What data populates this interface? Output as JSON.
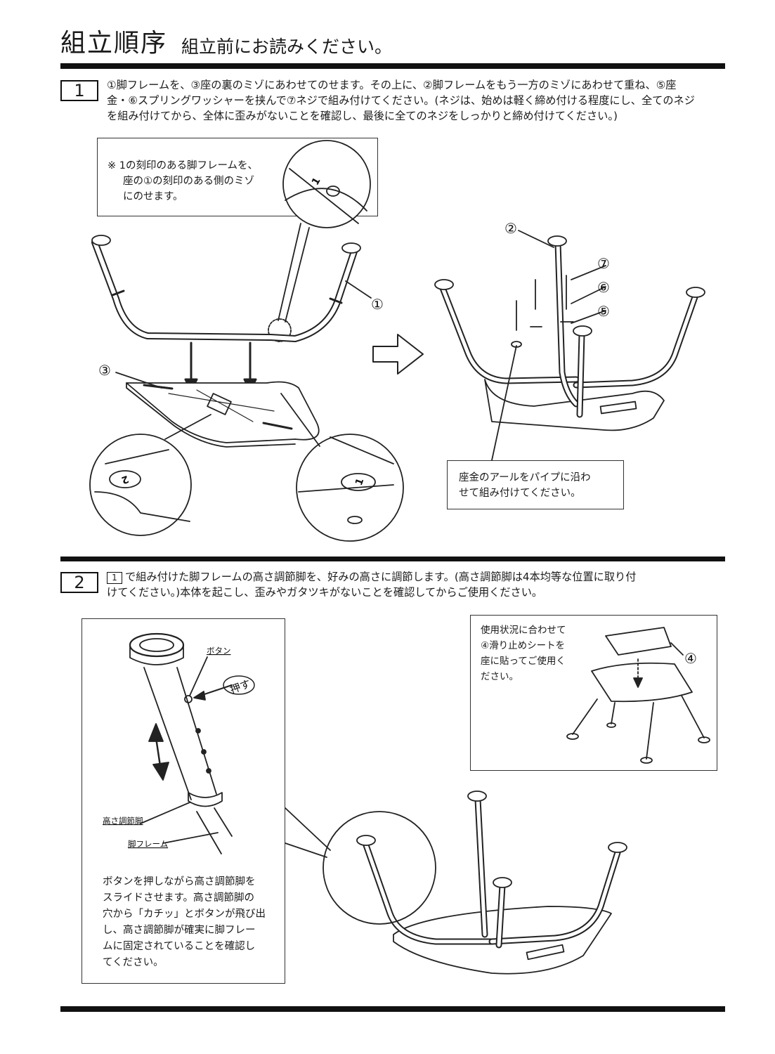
{
  "header": {
    "title": "組立順序",
    "subtitle": "組立前にお読みください。"
  },
  "step1": {
    "number": "1",
    "text_lines": [
      "①脚フレームを、③座の裏のミゾにあわせてのせます。その上に、②脚フレームをもう一方のミゾにあわせて重ね、⑤座",
      "金・⑥スプリングワッシャーを挟んで⑦ネジで組み付けてください。(ネジは、始めは軽く締め付ける程度にし、全てのネジ",
      "を組み付けてから、全体に歪みがないことを確認し、最後に全てのネジをしっかりと締め付けてください。)"
    ],
    "callout_lines": [
      "※ 1の刻印のある脚フレームを、",
      "座の①の刻印のある側のミゾ",
      "にのせます。"
    ],
    "washer_note_lines": [
      "座金のアールをパイプに沿わ",
      "せて組み付けてください。"
    ],
    "part_labels": {
      "p1": "①",
      "p2": "②",
      "p3": "③",
      "p5": "⑤",
      "p6": "⑥",
      "p7": "⑦"
    },
    "engraving_1": "1",
    "engraving_2": "2"
  },
  "step2": {
    "number": "2",
    "ref_box": "1",
    "text_lines": [
      "で組み付けた脚フレームの高さ調節脚を、好みの高さに調節します。(高さ調節脚は4本均等な位置に取り付",
      "けてください。)本体を起こし、歪みやガタツキがないことを確認してからご使用ください。"
    ],
    "labels": {
      "button": "ボタン",
      "push": "押す",
      "height_leg": "高さ調節脚",
      "leg_frame": "脚フレーム",
      "p4": "④"
    },
    "left_note_lines": [
      "ボタンを押しながら高さ調節脚を",
      "スライドさせます。高さ調節脚の",
      "穴から「カチッ」とボタンが飛び出",
      "し、高さ調節脚が確実に脚フレー",
      "ムに固定されていることを確認し",
      "てください。"
    ],
    "sheet_note_lines": [
      "使用状況に合わせて",
      "④滑り止めシートを",
      "座に貼ってご使用く",
      "ださい。"
    ]
  }
}
